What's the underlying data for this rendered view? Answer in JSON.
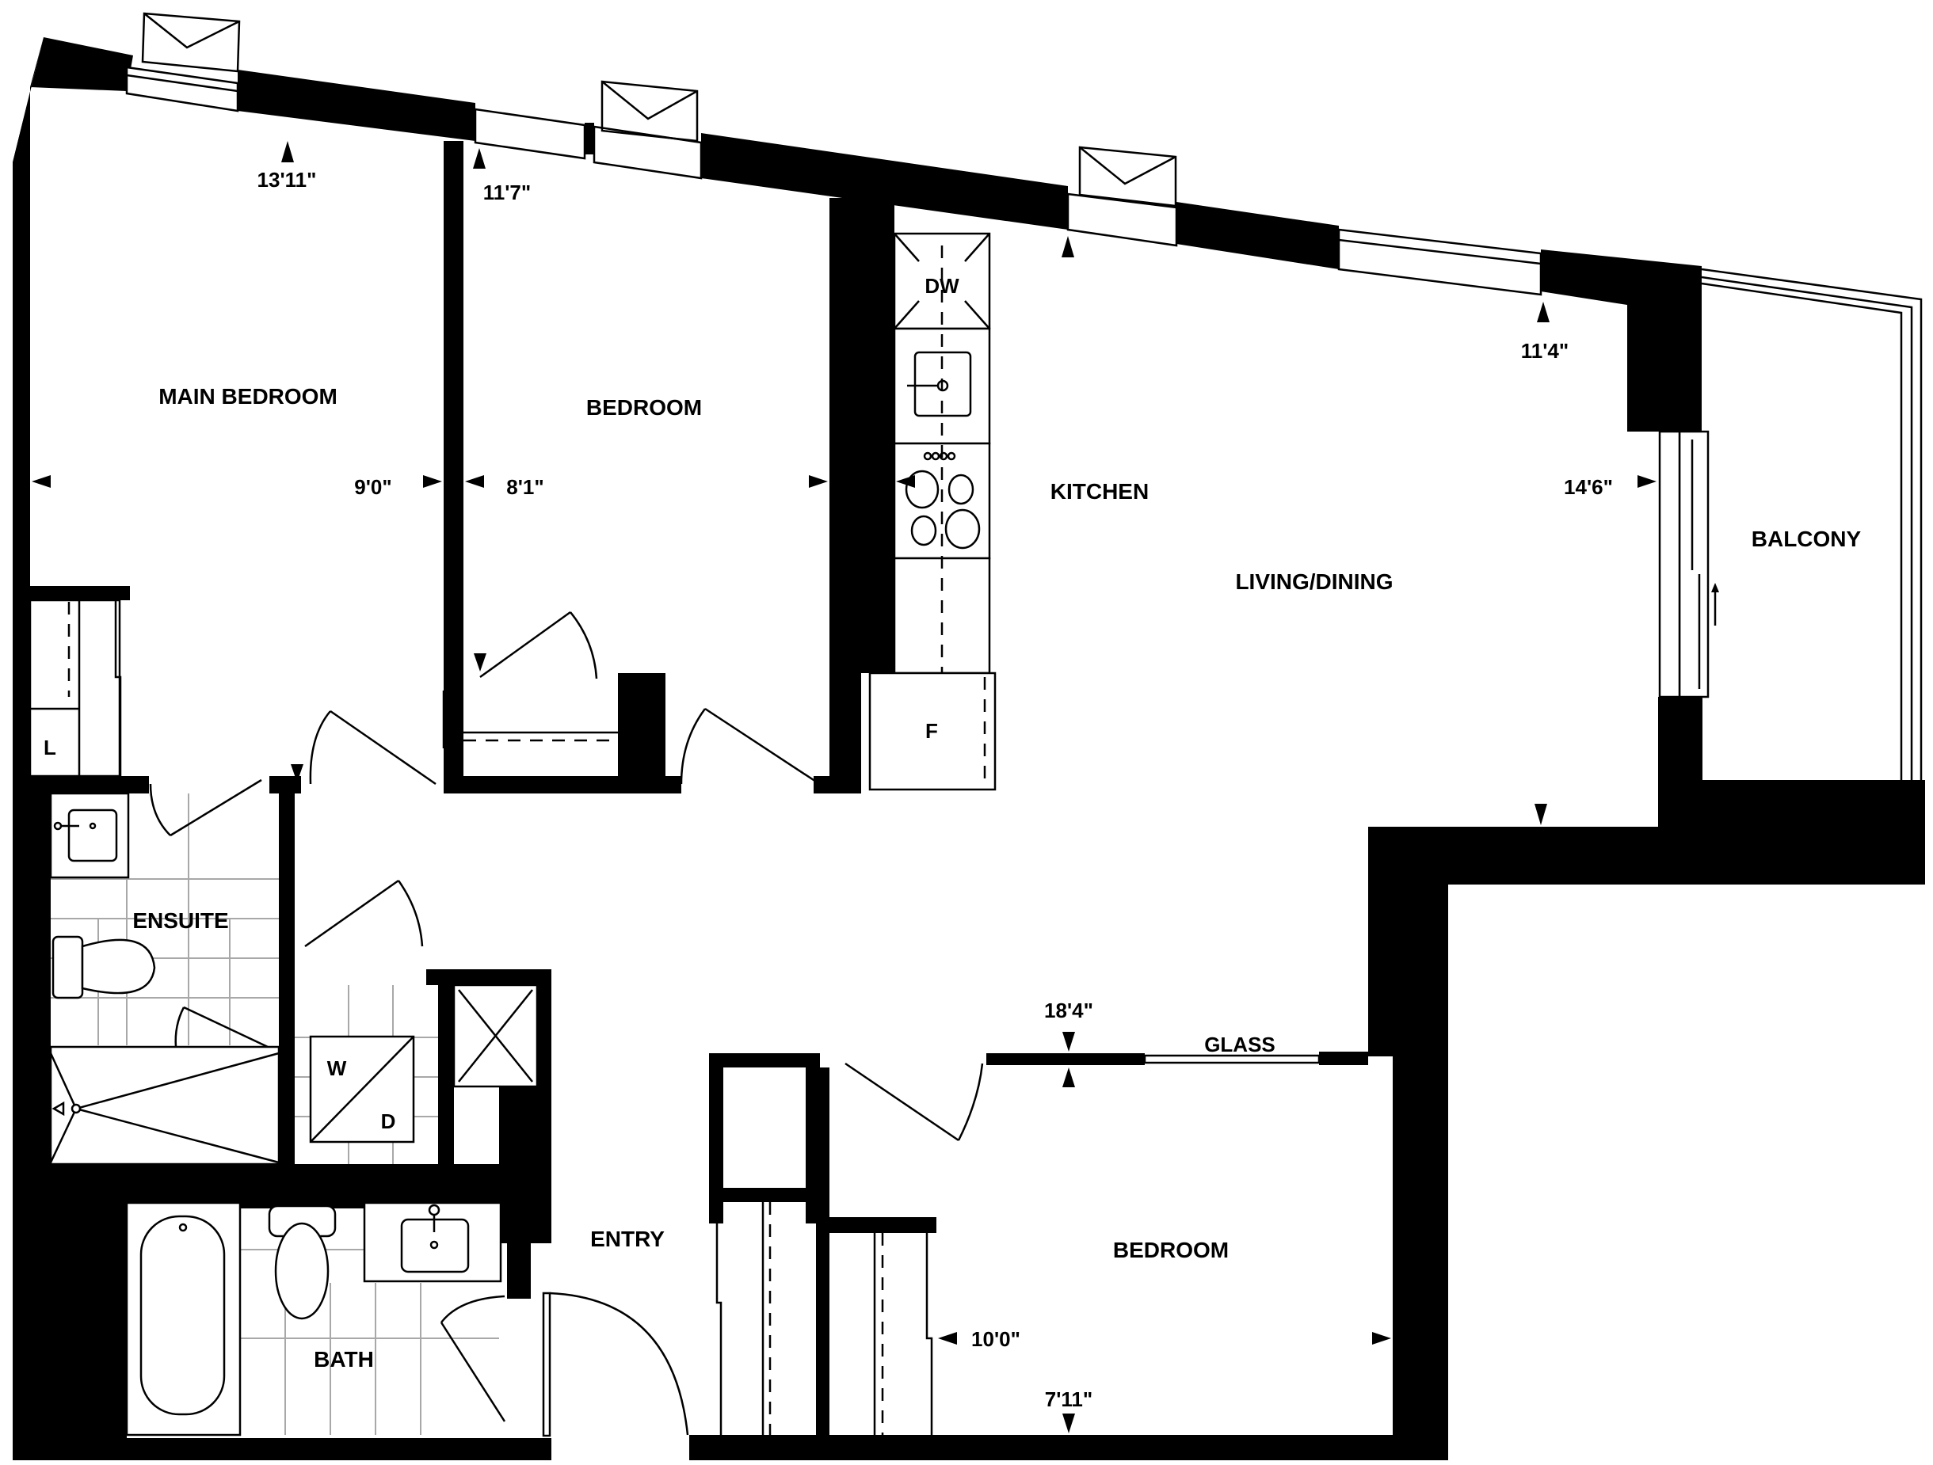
{
  "floorplan": {
    "rooms": {
      "main_bedroom": "MAIN BEDROOM",
      "bedroom_1": "BEDROOM",
      "kitchen": "KITCHEN",
      "living_dining": "LIVING/DINING",
      "balcony": "BALCONY",
      "ensuite": "ENSUITE",
      "entry": "ENTRY",
      "bath": "BATH",
      "bedroom_2": "BEDROOM"
    },
    "dimensions": {
      "main_bedroom_length": "13'11\"",
      "main_bedroom_width": "9'0\"",
      "bedroom_1_length": "11'7\"",
      "bedroom_1_width": "8'1\"",
      "living_dining_length": "11'4\"",
      "living_dining_width": "14'6\"",
      "bedroom_2_length": "18'4\"",
      "bedroom_2_width": "10'0\"",
      "bedroom_2_depth": "7'11\""
    },
    "fixtures": {
      "dishwasher": "DW",
      "fridge": "F",
      "linen": "L",
      "washer": "W",
      "dryer": "D",
      "glass_partition": "GLASS"
    },
    "colors": {
      "wall": "#000000",
      "background": "#ffffff",
      "tile_grid": "#a8a8a8"
    }
  }
}
